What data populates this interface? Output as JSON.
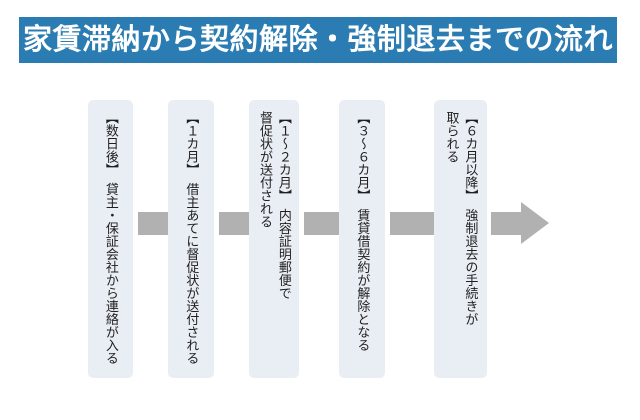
{
  "title": "家賃滞納から契約解除・強制退去までの流れ",
  "colors": {
    "banner_bg": "#2b7cb2",
    "banner_text": "#ffffff",
    "box_bg": "#e9edf4",
    "arrow_gray": "#b1b1b2",
    "body_text": "#1f1f1f"
  },
  "steps": [
    {
      "lines": [
        "【数日後】　貸主・保証会社から連絡が入る"
      ]
    },
    {
      "lines": [
        "【１カ月】　借主あてに督促状が送付される"
      ]
    },
    {
      "lines": [
        "【１～２カ月】　内容証明郵便で",
        "督促状が送付される"
      ]
    },
    {
      "lines": [
        "【３～６カ月】　賃貸借契約が解除となる"
      ]
    },
    {
      "lines": [
        "【６カ月以降】　強制退去の手続きが",
        "取られる"
      ]
    }
  ]
}
